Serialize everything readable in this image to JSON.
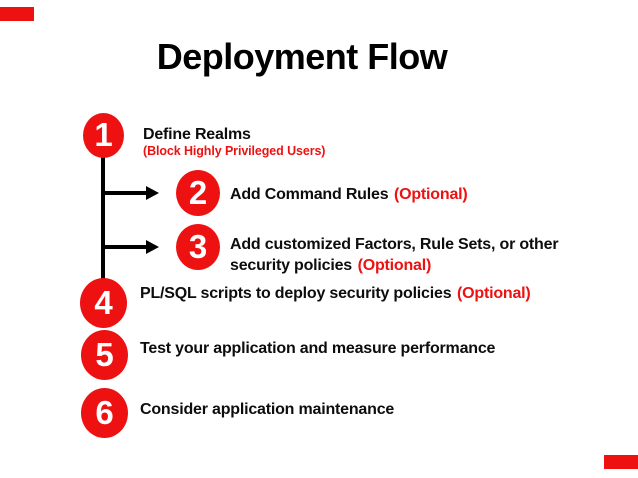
{
  "slide": {
    "title": "Deployment Flow",
    "accent_color": "#ee1111",
    "text_color": "#0d0d0d",
    "steps": [
      {
        "number": "1",
        "label": "Define Realms",
        "sublabel": "(Block Highly Privileged Users)"
      },
      {
        "number": "2",
        "label": "Add Command Rules",
        "optional": "(Optional)"
      },
      {
        "number": "3",
        "label_line1": "Add customized Factors, Rule Sets, or other",
        "label_line2": "security policies",
        "optional": "(Optional)"
      },
      {
        "number": "4",
        "label": "PL/SQL scripts to deploy security policies",
        "optional": "(Optional)"
      },
      {
        "number": "5",
        "label": "Test your application and measure performance"
      },
      {
        "number": "6",
        "label": "Consider application maintenance"
      }
    ]
  }
}
